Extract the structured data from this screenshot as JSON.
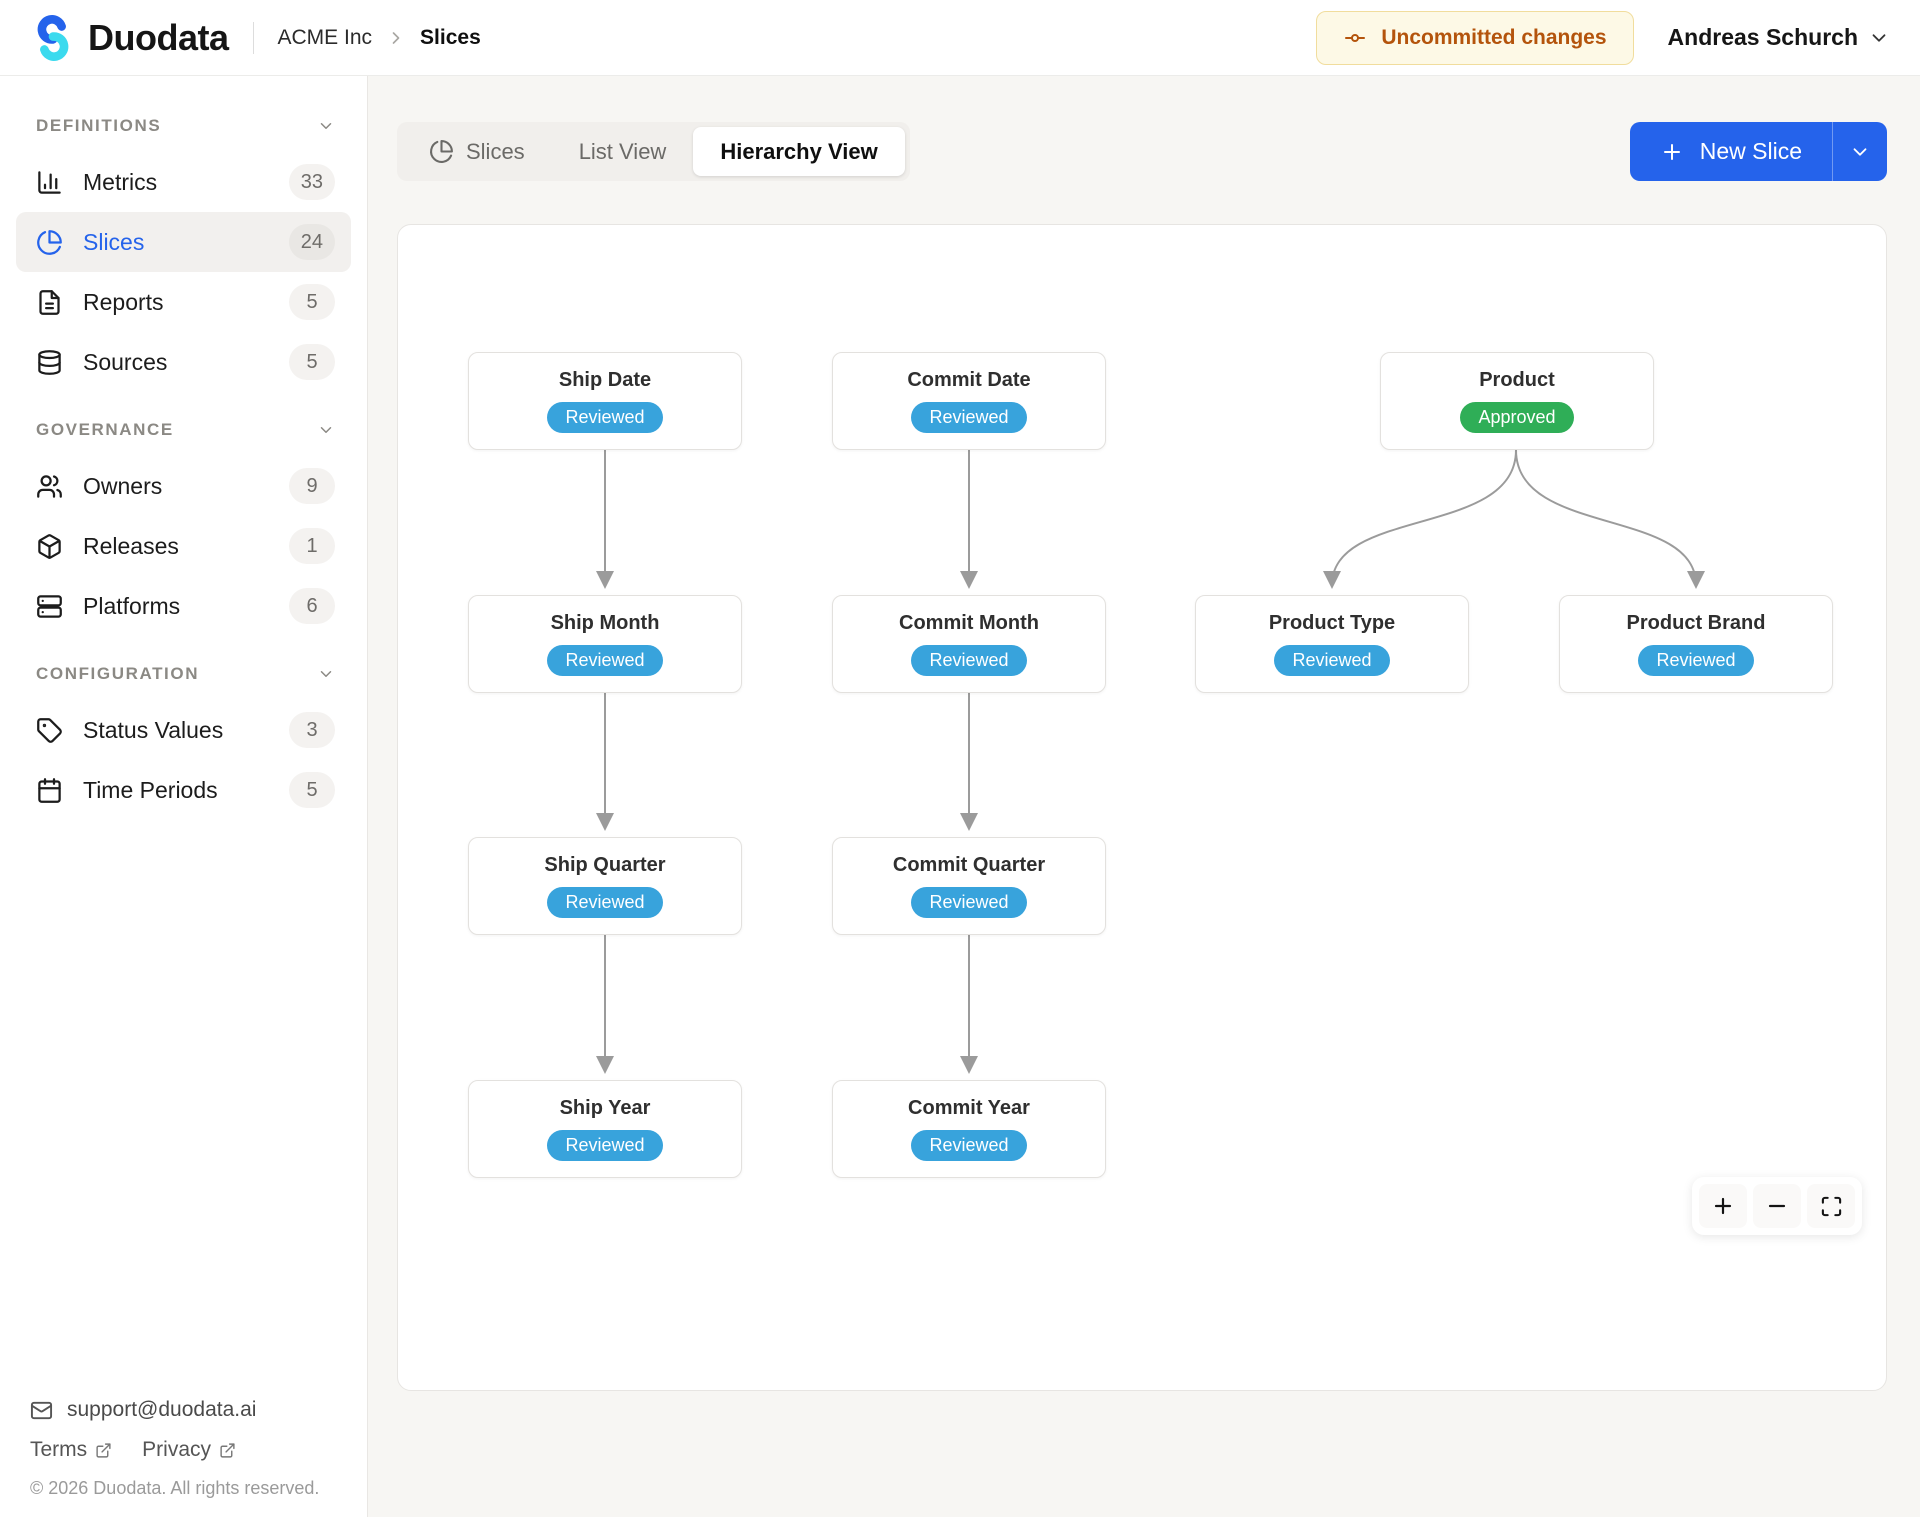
{
  "header": {
    "brand": "Duodata",
    "breadcrumb": {
      "org": "ACME Inc",
      "page": "Slices"
    },
    "uncommitted_label": "Uncommitted changes",
    "user_name": "Andreas Schurch"
  },
  "sidebar": {
    "sections": [
      {
        "title": "DEFINITIONS",
        "items": [
          {
            "label": "Metrics",
            "count": "33",
            "icon": "chart-column-icon"
          },
          {
            "label": "Slices",
            "count": "24",
            "icon": "pie-chart-icon",
            "active": true
          },
          {
            "label": "Reports",
            "count": "5",
            "icon": "file-text-icon"
          },
          {
            "label": "Sources",
            "count": "5",
            "icon": "database-icon"
          }
        ]
      },
      {
        "title": "GOVERNANCE",
        "items": [
          {
            "label": "Owners",
            "count": "9",
            "icon": "users-icon"
          },
          {
            "label": "Releases",
            "count": "1",
            "icon": "package-icon"
          },
          {
            "label": "Platforms",
            "count": "6",
            "icon": "server-icon"
          }
        ]
      },
      {
        "title": "CONFIGURATION",
        "items": [
          {
            "label": "Status Values",
            "count": "3",
            "icon": "tag-icon"
          },
          {
            "label": "Time Periods",
            "count": "5",
            "icon": "calendar-icon"
          }
        ]
      }
    ],
    "footer": {
      "email": "support@duodata.ai",
      "terms": "Terms",
      "privacy": "Privacy",
      "copyright": "© 2026 Duodata. All rights reserved."
    }
  },
  "toolbar": {
    "tabs": [
      {
        "label": "Slices",
        "icon": "pie-chart-icon"
      },
      {
        "label": "List View"
      },
      {
        "label": "Hierarchy View",
        "active": true
      }
    ],
    "new_slice_label": "New Slice"
  },
  "diagram": {
    "nodes": [
      {
        "id": "ship-date",
        "label": "Ship Date",
        "status": "Reviewed"
      },
      {
        "id": "commit-date",
        "label": "Commit Date",
        "status": "Reviewed"
      },
      {
        "id": "product",
        "label": "Product",
        "status": "Approved"
      },
      {
        "id": "ship-month",
        "label": "Ship Month",
        "status": "Reviewed"
      },
      {
        "id": "commit-month",
        "label": "Commit Month",
        "status": "Reviewed"
      },
      {
        "id": "product-type",
        "label": "Product Type",
        "status": "Reviewed"
      },
      {
        "id": "product-brand",
        "label": "Product Brand",
        "status": "Reviewed"
      },
      {
        "id": "ship-quarter",
        "label": "Ship Quarter",
        "status": "Reviewed"
      },
      {
        "id": "commit-quarter",
        "label": "Commit Quarter",
        "status": "Reviewed"
      },
      {
        "id": "ship-year",
        "label": "Ship Year",
        "status": "Reviewed"
      },
      {
        "id": "commit-year",
        "label": "Commit Year",
        "status": "Reviewed"
      }
    ],
    "edges": [
      "ship-date→ship-month",
      "ship-month→ship-quarter",
      "ship-quarter→ship-year",
      "commit-date→commit-month",
      "commit-month→commit-quarter",
      "commit-quarter→commit-year",
      "product→product-type",
      "product→product-brand"
    ]
  },
  "colors": {
    "accent_blue": "#2563eb",
    "status_reviewed": "#38a3dc",
    "status_approved": "#2fae57",
    "uncommitted_text": "#b4540c",
    "logo_blue": "#2563eb",
    "logo_cyan": "#3bdaee"
  }
}
